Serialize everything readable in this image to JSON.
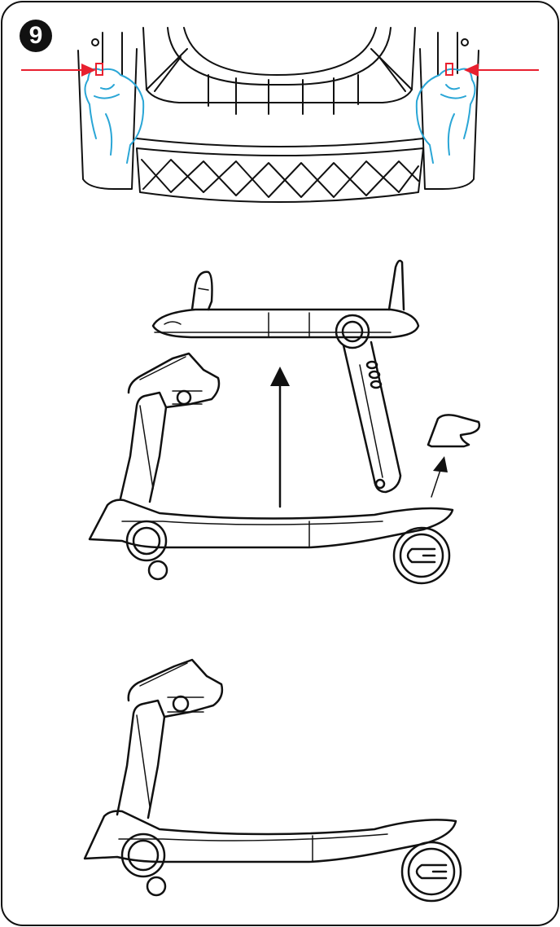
{
  "step": {
    "number": "9"
  },
  "panels": [
    {
      "id": "release-buttons",
      "icon": "hands-press-release-buttons"
    },
    {
      "id": "remove-tray-and-seat",
      "icon": "seat-lift-off"
    },
    {
      "id": "scooter-mode",
      "icon": "walker-scooter-mode"
    }
  ],
  "colors": {
    "arrow_red": "#e8202f",
    "hand_blue": "#2aa6d6",
    "line": "#111111"
  }
}
